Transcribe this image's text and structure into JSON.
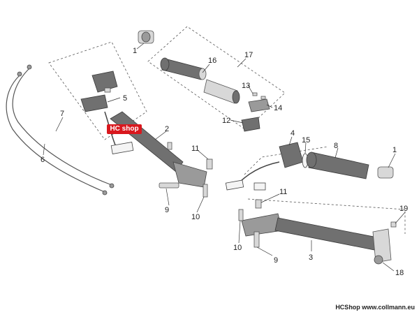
{
  "watermark": "HC shop",
  "footer": "HCShop www.collmann.eu",
  "callouts": [
    {
      "id": "c1a",
      "text": "1"
    },
    {
      "id": "c16",
      "text": "16"
    },
    {
      "id": "c17",
      "text": "17"
    },
    {
      "id": "c13",
      "text": "13"
    },
    {
      "id": "c14",
      "text": "14"
    },
    {
      "id": "c12",
      "text": "12"
    },
    {
      "id": "c5",
      "text": "5"
    },
    {
      "id": "c7",
      "text": "7"
    },
    {
      "id": "c6",
      "text": "6"
    },
    {
      "id": "c2",
      "text": "2"
    },
    {
      "id": "c11a",
      "text": "11"
    },
    {
      "id": "c9a",
      "text": "9"
    },
    {
      "id": "c10a",
      "text": "10"
    },
    {
      "id": "c4",
      "text": "4"
    },
    {
      "id": "c15",
      "text": "15"
    },
    {
      "id": "c8",
      "text": "8"
    },
    {
      "id": "c1b",
      "text": "1"
    },
    {
      "id": "c11b",
      "text": "11"
    },
    {
      "id": "c19",
      "text": "19"
    },
    {
      "id": "c10b",
      "text": "10"
    },
    {
      "id": "c9b",
      "text": "9"
    },
    {
      "id": "c3",
      "text": "3"
    },
    {
      "id": "c18",
      "text": "18"
    }
  ]
}
